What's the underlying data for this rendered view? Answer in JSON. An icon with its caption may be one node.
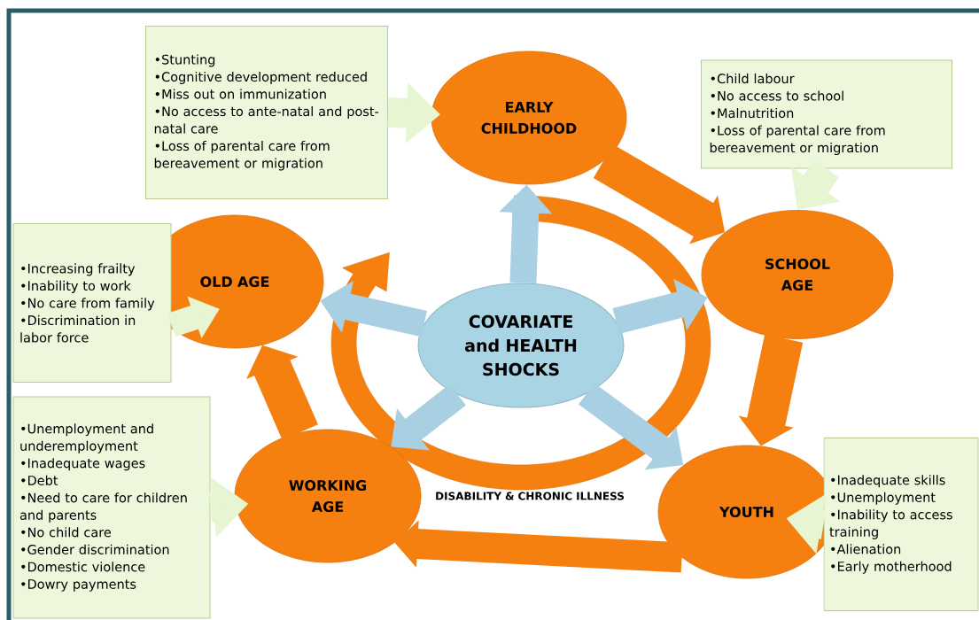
{
  "diagram": {
    "nodes": [
      {
        "text": [
          "•Stunting",
          "•Cognitive development reduced",
          "•Miss out on immunization",
          "•No access to ante-natal and post-natal care",
          "•Loss of parental care from bereavement or migration"
        ]
      },
      {
        "text": [
          "EARLY CHILDHOOD"
        ]
      },
      {
        "text": [
          "•Child labour",
          "•No access to school",
          "•Malnutrition",
          "•Loss of parental care from bereavement or migration"
        ]
      },
      {
        "text": [
          "•Increasing frailty",
          "•Inability to work",
          "•No care from family",
          "•Discrimination in labor force"
        ]
      },
      {
        "text": [
          "OLD AGE"
        ]
      },
      {
        "text": [
          "SCHOOL AGE"
        ]
      },
      {
        "text": [
          "COVARIATE and HEALTH SHOCKS"
        ]
      },
      {
        "text": [
          "•Unemployment and underemployment",
          "•Inadequate wages",
          "•Debt",
          "•Need to care for children and parents",
          "•No child care",
          "•Gender discrimination",
          "•Domestic violence",
          "•Dowry payments"
        ]
      },
      {
        "text": [
          "WORKING AGE"
        ]
      },
      {
        "text": [
          "•Inadequate skills",
          "•Unemployment",
          "•Inability to access training",
          "•Alienation",
          "•Early motherhood"
        ]
      },
      {
        "text": [
          "YOUTH"
        ]
      }
    ],
    "edges": [
      {
        "from": 6,
        "to": 1,
        "arrow": "to",
        "color": "#a9d0e2"
      },
      {
        "from": 6,
        "to": 5,
        "arrow": "to",
        "color": "#a9d0e2"
      },
      {
        "from": 6,
        "to": 10,
        "arrow": "to",
        "color": "#a9d0e2"
      },
      {
        "from": 6,
        "to": 8,
        "arrow": "to",
        "color": "#a9d0e2"
      },
      {
        "from": 6,
        "to": 4,
        "arrow": "to",
        "color": "#a9d0e2"
      },
      {
        "from": 0,
        "to": 1,
        "arrow": "to",
        "color": "#e8f5d2"
      },
      {
        "from": 2,
        "to": 5,
        "arrow": "to",
        "color": "#e8f5d2"
      },
      {
        "from": 3,
        "to": 4,
        "arrow": "to",
        "color": "#e8f5d2"
      },
      {
        "from": 7,
        "to": 8,
        "arrow": "to",
        "color": "#e8f5d2"
      },
      {
        "from": 9,
        "to": 10,
        "arrow": "to",
        "color": "#e8f5d2"
      },
      {
        "from": 1,
        "to": 5,
        "arrow": "to",
        "color": "#f5800f"
      },
      {
        "from": 5,
        "to": 10,
        "arrow": "to",
        "color": "#f5800f"
      },
      {
        "from": 10,
        "to": 8,
        "arrow": "to",
        "color": "#f5800f"
      },
      {
        "from": 8,
        "to": 4,
        "arrow": "to",
        "color": "#f5800f"
      }
    ],
    "labels": [
      "DISABILITY & CHRONIC ILLNESS"
    ]
  }
}
